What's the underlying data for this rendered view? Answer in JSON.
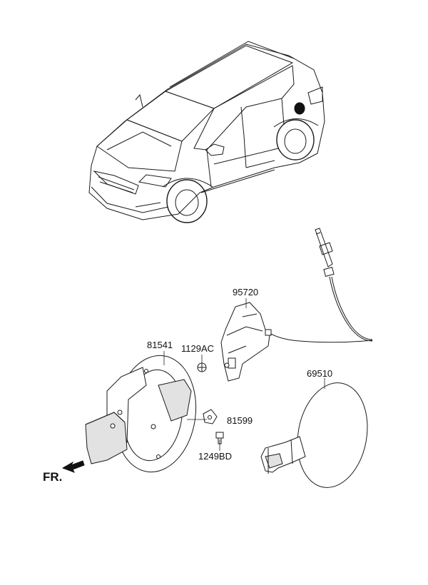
{
  "labels": {
    "p95720": "95720",
    "p81541": "81541",
    "p1129ac": "1129AC",
    "p81599": "81599",
    "p1249bd": "1249BD",
    "p69510": "69510",
    "fr": "FR."
  },
  "icons": {
    "front_arrow": "arrow-left-icon"
  },
  "colors": {
    "line": "#1a1a1a",
    "background": "#ffffff",
    "shade": "#e2e2e2"
  }
}
